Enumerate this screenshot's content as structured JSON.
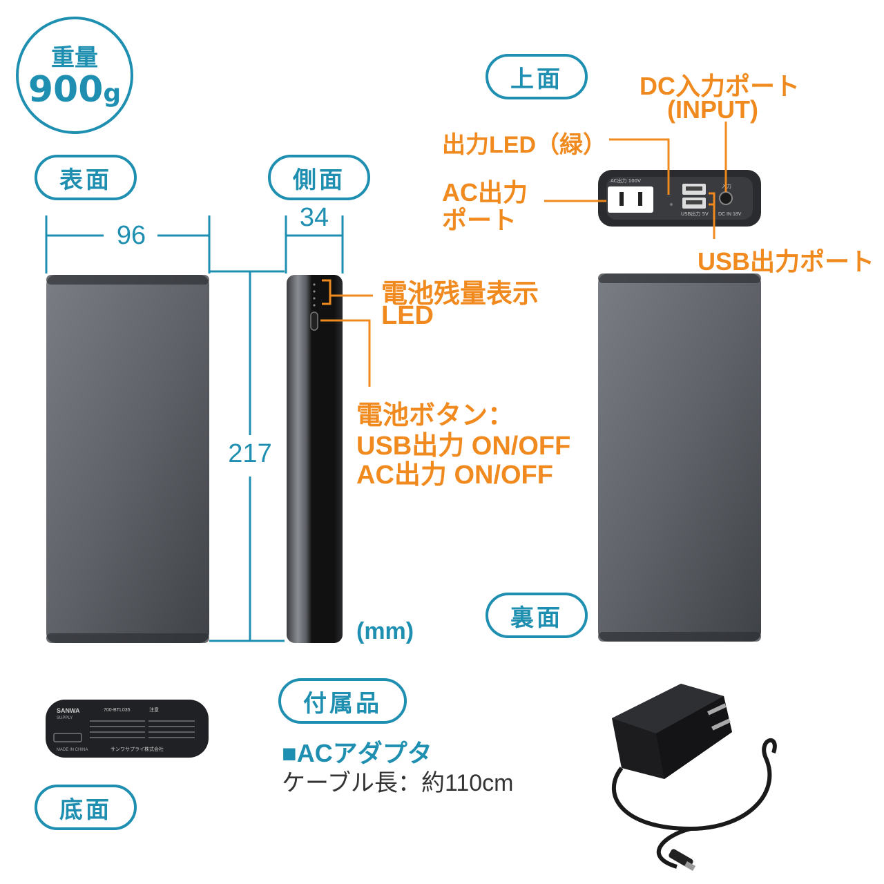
{
  "weight": {
    "label": "重量",
    "value": "900",
    "unit": "g"
  },
  "views": {
    "front": "表面",
    "side": "側面",
    "top": "上面",
    "back": "裏面",
    "bottom": "底面",
    "accessory": "付属品"
  },
  "dimensions": {
    "width": "96",
    "depth": "34",
    "height": "217",
    "unit": "(mm)"
  },
  "callouts": {
    "dc_input_1": "DC入力ポート",
    "dc_input_2": "(INPUT)",
    "output_led": "出力LED（緑）",
    "ac_out_1": "AC出力",
    "ac_out_2": "ポート",
    "usb_out": "USB出力ポート",
    "battery_led_1": "電池残量表示",
    "battery_led_2": "LED",
    "battery_button_1": "電池ボタン：",
    "battery_button_2": "USB出力 ON/OFF",
    "battery_button_3": "AC出力 ON/OFF"
  },
  "accessory": {
    "name": "■ACアダプタ",
    "cable": "ケーブル長：約110cm"
  },
  "device_labels": {
    "top_ac": "AC出力 100V",
    "top_usb": "USB出力 5V",
    "top_in": "入力",
    "top_dc": "DC IN 18V",
    "bottom_brand": "SANWA",
    "bottom_brand_sub": "SUPPLY",
    "bottom_model": "700-BTL035",
    "bottom_maker": "サンワサプライ株式会社",
    "bottom_caution": "注意",
    "bottom_made": "MADE IN CHINA"
  },
  "colors": {
    "accent": "#1e8fb0",
    "callout": "#f08a1e",
    "device": "#5a5d63"
  }
}
